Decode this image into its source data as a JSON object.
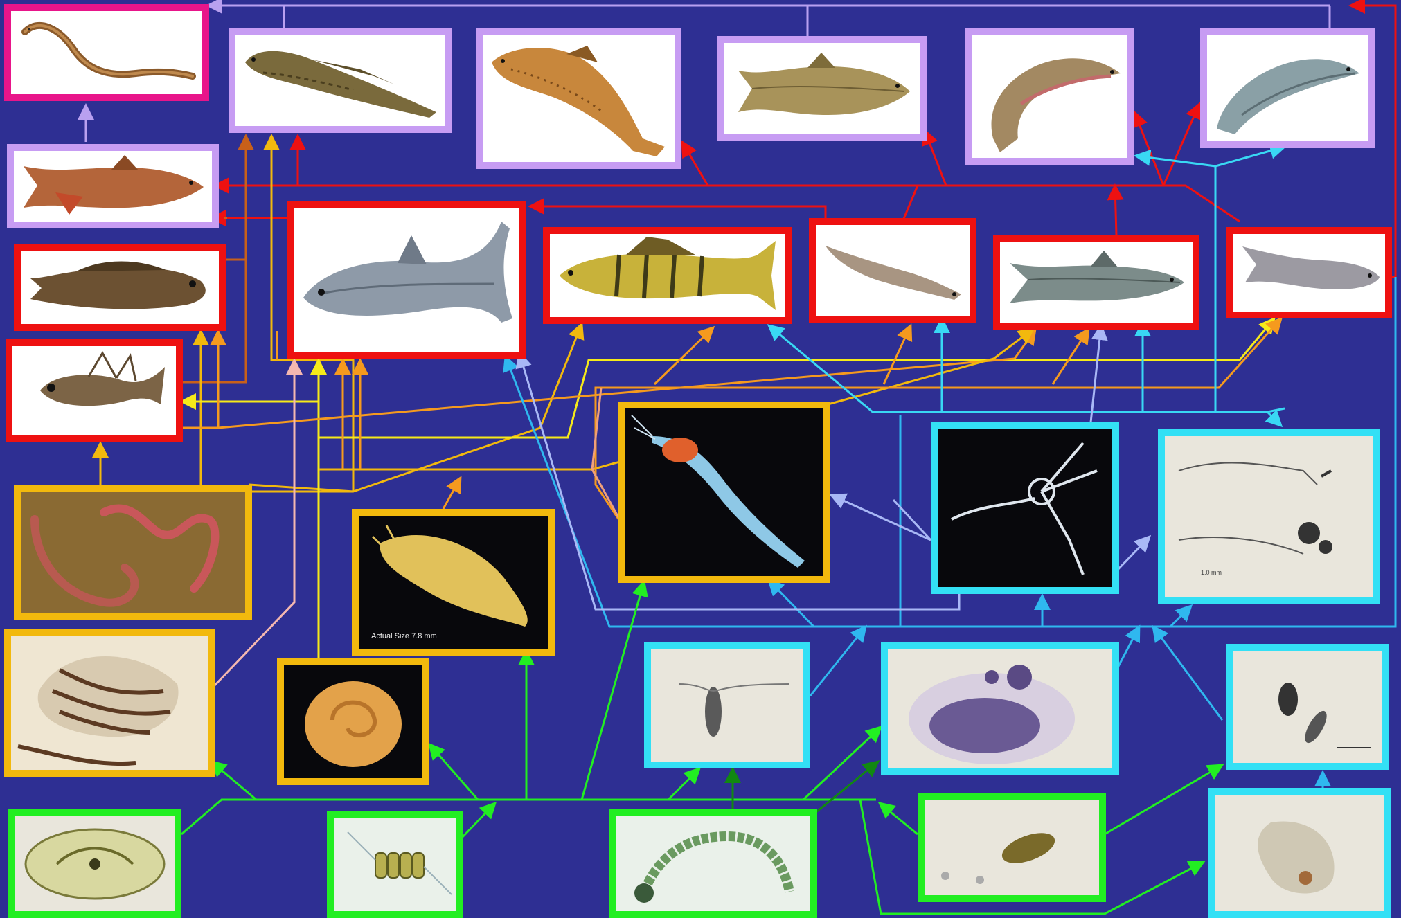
{
  "colors": {
    "background": "#2e2f93",
    "top_predator_border": "#e8158a",
    "piscivore_border": "#c79cf3",
    "planktivore_border": "#ee1111",
    "benthic_invertebrate_border": "#f2b90d",
    "zooplankton_border": "#33e0f5",
    "producer_border": "#22ee22"
  },
  "nodes": [
    {
      "id": "lamprey",
      "icon": "lamprey-picture",
      "border_color": "#e8158a"
    },
    {
      "id": "burbot",
      "icon": "burbot-picture",
      "border_color": "#c79cf3"
    },
    {
      "id": "brown-trout",
      "icon": "brown-trout-picture",
      "border_color": "#c79cf3"
    },
    {
      "id": "coho-salmon",
      "icon": "salmon-picture",
      "border_color": "#c79cf3"
    },
    {
      "id": "rainbow-trout",
      "icon": "rainbow-trout-picture",
      "border_color": "#c79cf3"
    },
    {
      "id": "chinook-salmon",
      "icon": "salmon-picture",
      "border_color": "#c79cf3"
    },
    {
      "id": "lake-trout",
      "icon": "lake-trout-picture",
      "border_color": "#c79cf3"
    },
    {
      "id": "sculpin",
      "icon": "sculpin-picture",
      "border_color": "#ee1111"
    },
    {
      "id": "lake-whitefish",
      "icon": "whitefish-picture",
      "border_color": "#ee1111"
    },
    {
      "id": "yellow-perch",
      "icon": "perch-picture",
      "border_color": "#ee1111"
    },
    {
      "id": "smelt",
      "icon": "smelt-picture",
      "border_color": "#ee1111"
    },
    {
      "id": "alewife",
      "icon": "alewife-picture",
      "border_color": "#ee1111"
    },
    {
      "id": "bloater",
      "icon": "bloater-picture",
      "border_color": "#ee1111"
    },
    {
      "id": "deepwater-sculpin",
      "icon": "deepwater-sculpin-picture",
      "border_color": "#ee1111"
    },
    {
      "id": "oligochaete",
      "icon": "worm-picture",
      "border_color": "#f2b90d"
    },
    {
      "id": "zebra-mussel",
      "icon": "mussel-picture",
      "border_color": "#f2b90d"
    },
    {
      "id": "snail",
      "icon": "snail-picture",
      "border_color": "#f2b90d"
    },
    {
      "id": "diporeia",
      "icon": "amphipod-picture",
      "border_color": "#f2b90d"
    },
    {
      "id": "mysis",
      "icon": "mysid-picture",
      "border_color": "#f2b90d"
    },
    {
      "id": "bythotrephes",
      "icon": "spiny-waterflea-picture",
      "border_color": "#33e0f5"
    },
    {
      "id": "cercopagis",
      "icon": "fishhook-waterflea-picture",
      "border_color": "#33e0f5"
    },
    {
      "id": "copepod",
      "icon": "copepod-picture",
      "border_color": "#33e0f5"
    },
    {
      "id": "daphnia",
      "icon": "daphnia-picture",
      "border_color": "#33e0f5"
    },
    {
      "id": "rotifer-copepods",
      "icon": "small-zooplankton-picture",
      "border_color": "#33e0f5"
    },
    {
      "id": "ciliate",
      "icon": "ciliate-picture",
      "border_color": "#33e0f5"
    },
    {
      "id": "diatom",
      "icon": "diatom-picture",
      "border_color": "#22ee22"
    },
    {
      "id": "chain-diatom",
      "icon": "chain-diatom-picture",
      "border_color": "#22ee22"
    },
    {
      "id": "filamentous-cyanobacteria",
      "icon": "filament-picture",
      "border_color": "#22ee22"
    },
    {
      "id": "flagellate",
      "icon": "flagellate-picture",
      "border_color": "#22ee22"
    }
  ],
  "image_texts": {
    "mysis_caption": "Actual Size 7.8 mm",
    "cercopagis_scale": "1.0 mm"
  }
}
